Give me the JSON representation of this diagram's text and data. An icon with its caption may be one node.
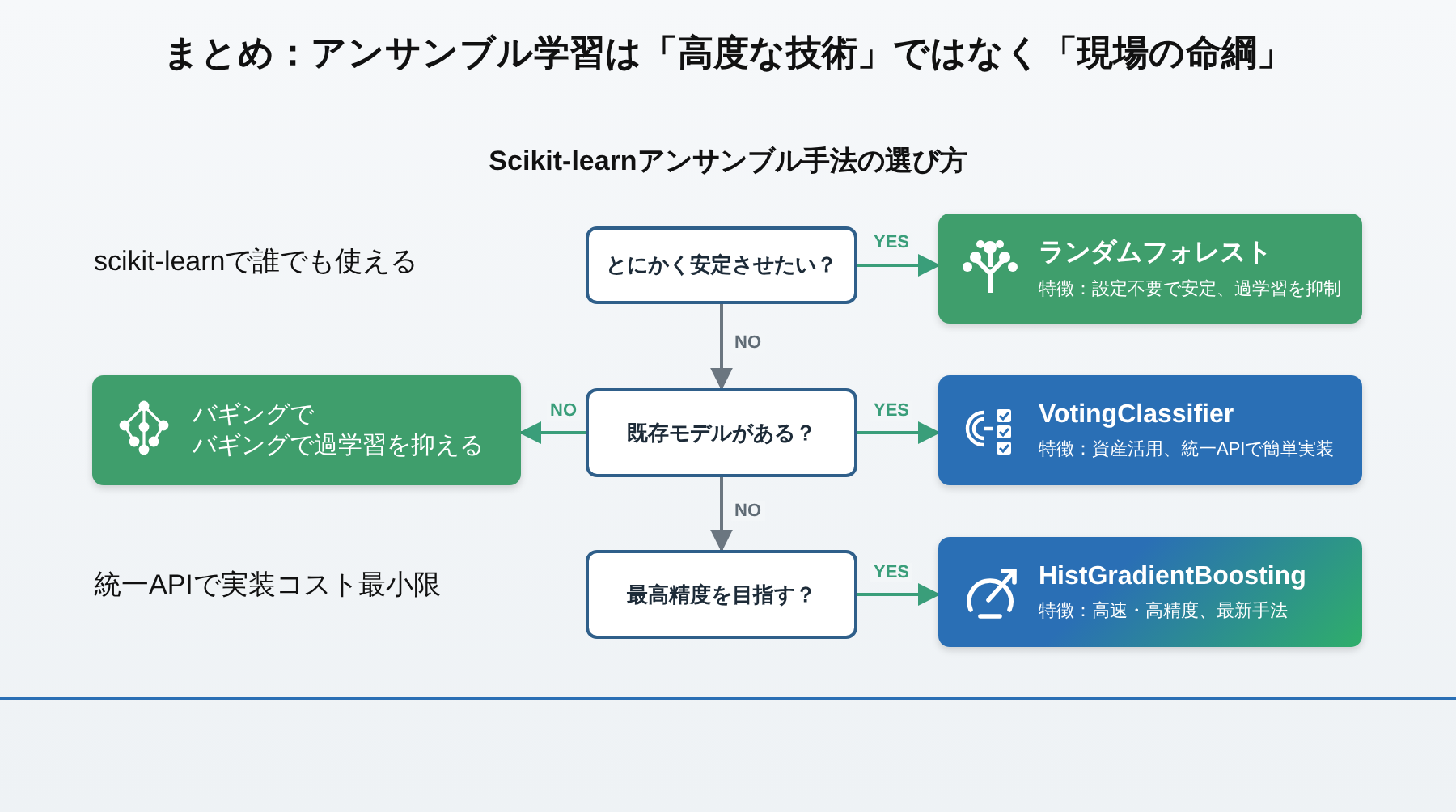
{
  "diagram": {
    "title": "まとめ：アンサンブル学習は「高度な技術」ではなく「現場の命綱」",
    "nodes": [
      {
        "text": [
          "とにかく安定させたい？"
        ]
      },
      {
        "text": [
          "ランダムフォレスト",
          "特徴：設定不要で安定、過学習を抑制"
        ]
      },
      {
        "text": [
          "既存モデルがある？"
        ]
      },
      {
        "text": [
          "VotingClassifier",
          "特徴：資産活用、統一APIで簡単実装"
        ]
      },
      {
        "text": [
          "バギングで",
          "バギングで過学習を抑える"
        ]
      },
      {
        "text": [
          "最高精度を目指す？"
        ]
      },
      {
        "text": [
          "HistGradientBoosting",
          "特徴：高速・高精度、最新手法"
        ]
      }
    ],
    "edges": [
      {
        "from": 0,
        "to": 1,
        "arrow": "to",
        "label": "YES",
        "color": "#3a9e7a"
      },
      {
        "from": 0,
        "to": 2,
        "arrow": "to",
        "label": "NO"
      },
      {
        "from": 2,
        "to": 3,
        "arrow": "to",
        "label": "YES",
        "color": "#3a9e7a"
      },
      {
        "from": 2,
        "to": 4,
        "arrow": "to",
        "label": "NO",
        "color": "#3a9e7a"
      },
      {
        "from": 2,
        "to": 5,
        "arrow": "to",
        "label": "NO"
      },
      {
        "from": 5,
        "to": 6,
        "arrow": "to",
        "label": "YES",
        "color": "#3a9e7a"
      }
    ],
    "labels": [
      "Scikit-learnアンサンブル手法の選び方",
      "scikit-learnで誰でも使える",
      "統一APIで実装コスト最小限"
    ]
  }
}
